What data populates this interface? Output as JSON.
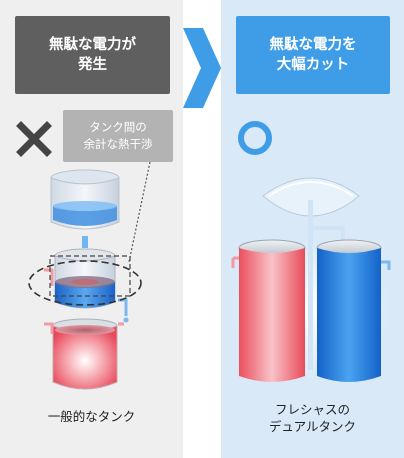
{
  "left": {
    "title_line1": "無駄な電力が",
    "title_line2": "発生",
    "callout_line1": "タンク間の",
    "callout_line2": "余計な熱干渉",
    "caption": "一般的なタンク",
    "mark_icon": "cross-icon"
  },
  "right": {
    "title_line1": "無駄な電力を",
    "title_line2": "大幅カット",
    "caption_line1": "フレシャスの",
    "caption_line2": "デュアルタンク",
    "mark_icon": "circle-icon"
  },
  "arrow_icon": "arrow-right-icon",
  "colors": {
    "left_bg": "#efefef",
    "right_bg": "#d9e9f8",
    "left_title_bg": "#5f5f5f",
    "right_title_bg": "#3f9ce6",
    "arrow": "#3f9ce6",
    "hot": "#ef4b57",
    "cold": "#1a75d4"
  }
}
